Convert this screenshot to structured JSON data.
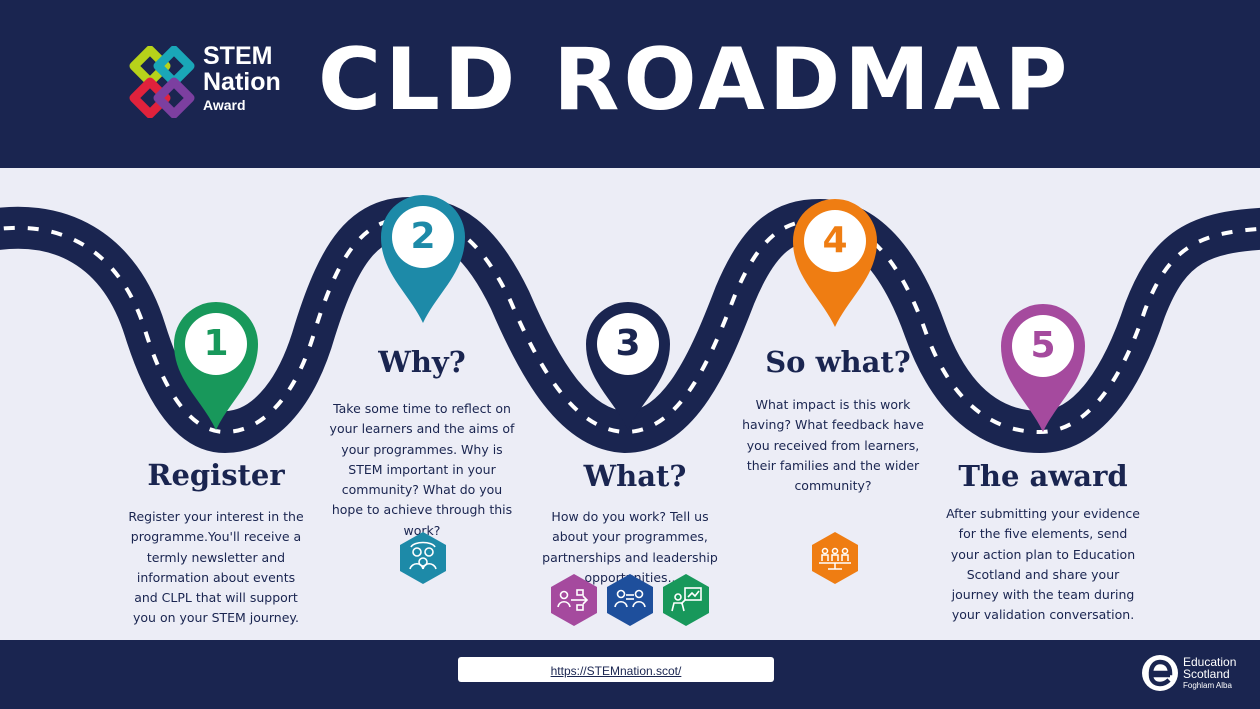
{
  "header": {
    "brand_line1": "STEM",
    "brand_line2": "Nation",
    "brand_line3": "Award",
    "title": "CLD ROADMAP"
  },
  "colors": {
    "navy": "#1a2550",
    "green": "#18985b",
    "teal": "#1d8aa8",
    "orange": "#ef7d12",
    "purple": "#a54a9e",
    "blue": "#1e4f9c"
  },
  "steps": [
    {
      "number": "1",
      "heading": "Register",
      "text": "Register your interest in the programme.You'll receive a termly newsletter and information about events and CLPL that will support you on your STEM journey.",
      "icons": []
    },
    {
      "number": "2",
      "heading": "Why?",
      "text": "Take some time to reflect on your learners and the aims of your programmes. Why is STEM important in your community? What do you hope to achieve through this work?",
      "icons": [
        "learners-icon"
      ]
    },
    {
      "number": "3",
      "heading": "What?",
      "text": "How do you work?  Tell us about your programmes, partnerships and leadership opportunities..",
      "icons": [
        "programmes-icon",
        "partnerships-icon",
        "leadership-icon"
      ]
    },
    {
      "number": "4",
      "heading": "So what?",
      "text": "What impact is this work having?  What feedback have you received from learners, their families and the wider community?",
      "icons": [
        "community-icon"
      ]
    },
    {
      "number": "5",
      "heading": "The award",
      "text": "After submitting your evidence for the five elements, send your action plan to Education Scotland and share your journey with the team during your validation conversation.",
      "icons": []
    }
  ],
  "footer": {
    "url": "https://STEMnation.scot/",
    "org_line1": "Education",
    "org_line2": "Scotland",
    "org_line3": "Foghlam Alba"
  }
}
